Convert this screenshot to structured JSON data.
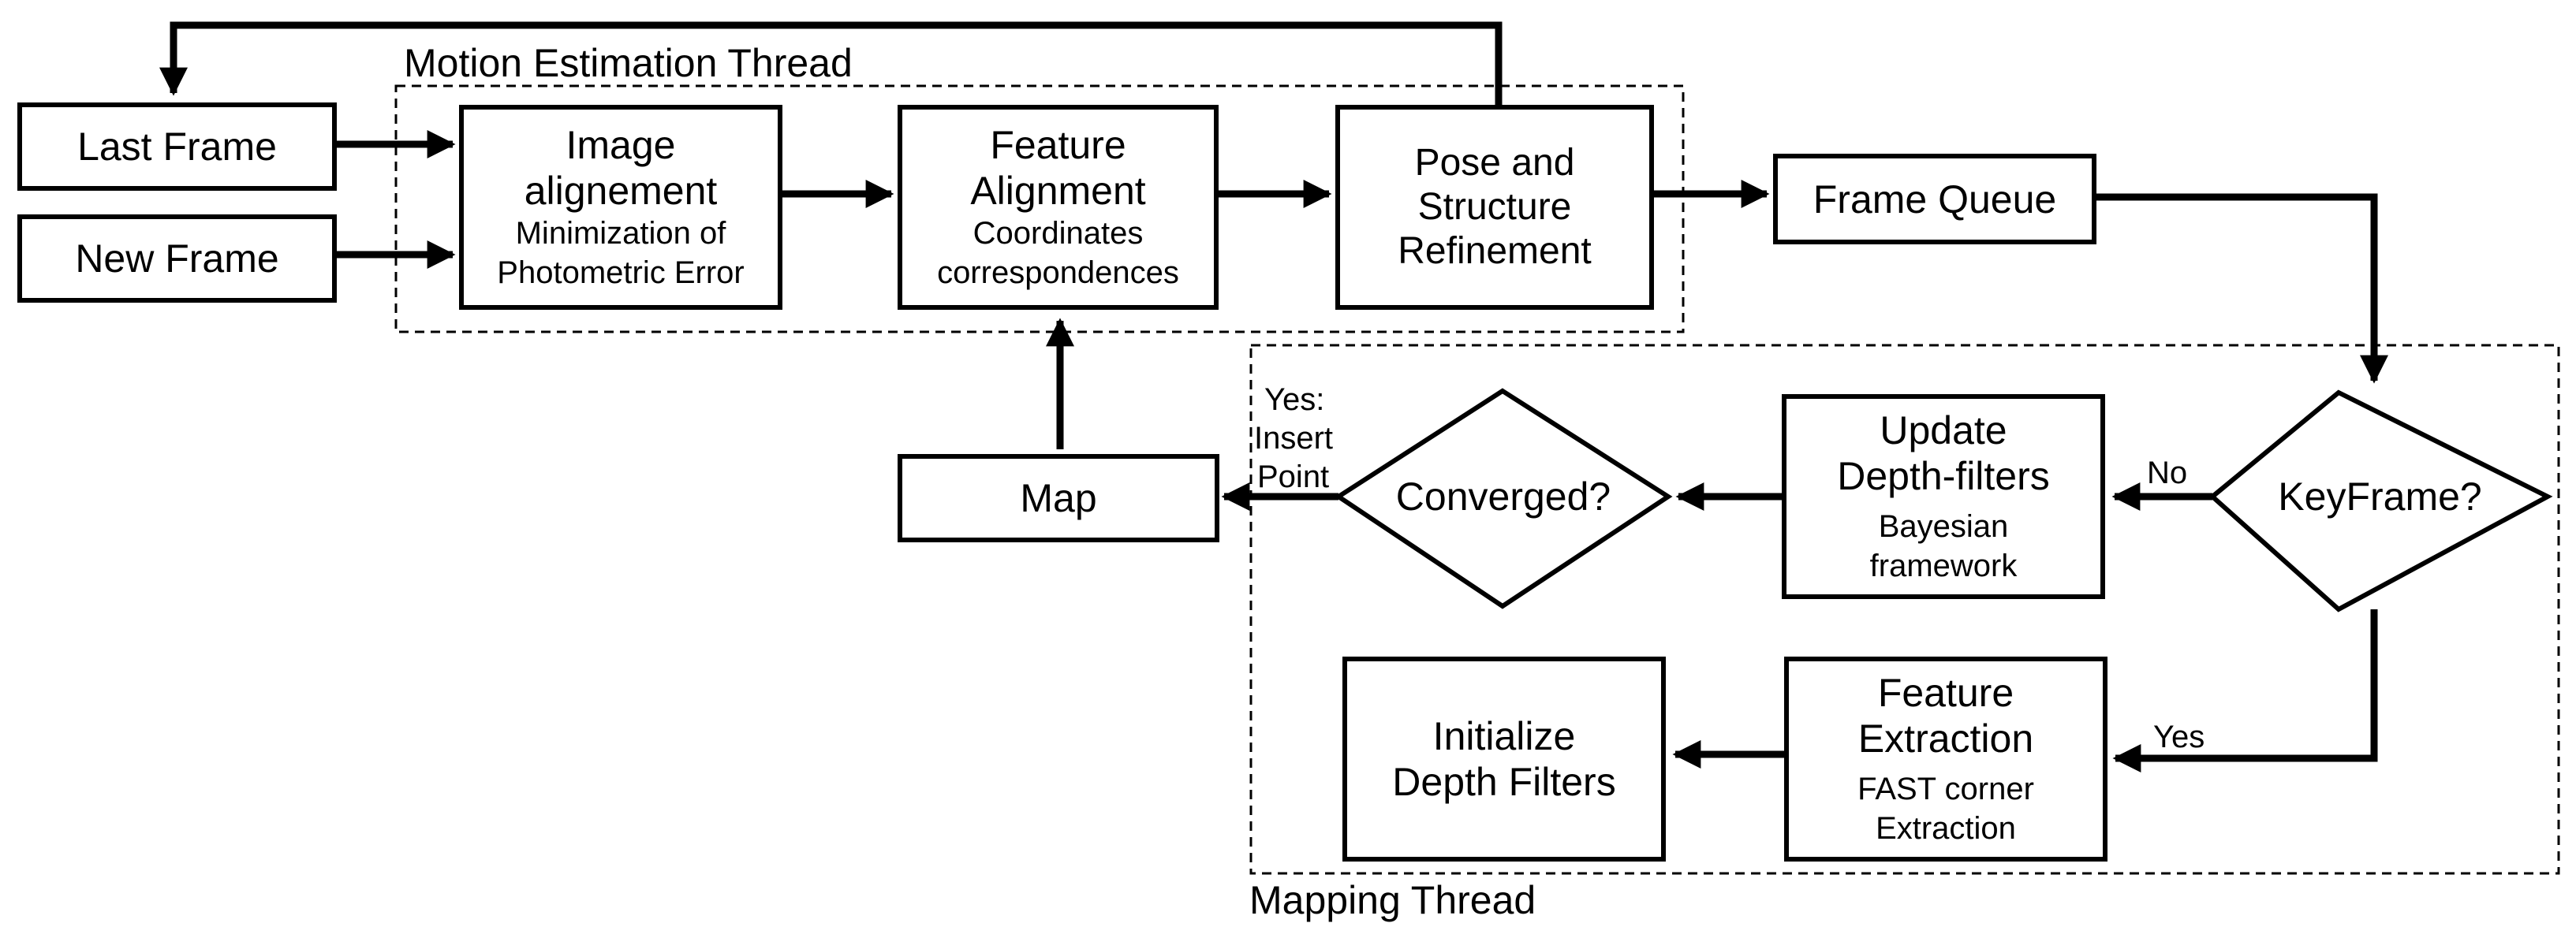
{
  "threads": {
    "motion": "Motion Estimation Thread",
    "mapping": "Mapping Thread"
  },
  "nodes": {
    "last_frame": "Last Frame",
    "new_frame": "New Frame",
    "image_alignment": {
      "title_1": "Image",
      "title_2": "alignement",
      "sub_1": "Minimization of",
      "sub_2": "Photometric Error"
    },
    "feature_alignment": {
      "title_1": "Feature",
      "title_2": "Alignment",
      "sub_1": "Coordinates",
      "sub_2": "correspondences"
    },
    "pose_refinement": {
      "line_1": "Pose and",
      "line_2": "Structure",
      "line_3": "Refinement"
    },
    "frame_queue": "Frame Queue",
    "keyframe": "KeyFrame?",
    "update_filters": {
      "title_1": "Update",
      "title_2": "Depth-filters",
      "sub_1": "Bayesian",
      "sub_2": "framework"
    },
    "converged": "Converged?",
    "map": "Map",
    "feature_extraction": {
      "title_1": "Feature",
      "title_2": "Extraction",
      "sub_1": "FAST corner",
      "sub_2": "Extraction"
    },
    "init_filters": {
      "line_1": "Initialize",
      "line_2": "Depth Filters"
    }
  },
  "edge_labels": {
    "no": "No",
    "yes": "Yes",
    "yes_insert_1": "Yes:",
    "yes_insert_2": "Insert",
    "yes_insert_3": "Point"
  }
}
